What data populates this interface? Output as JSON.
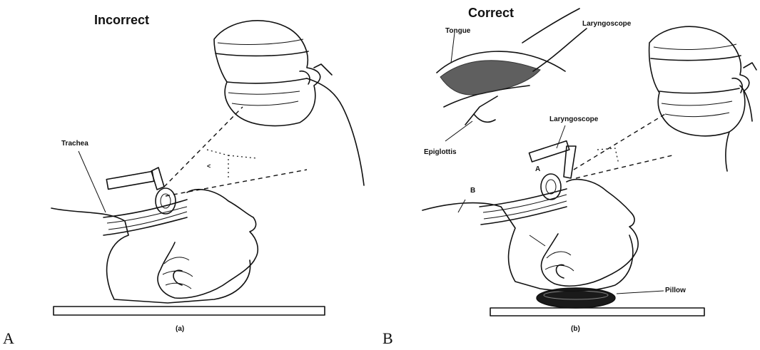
{
  "panel_a": {
    "title": "Incorrect",
    "trachea_label": "Trachea",
    "angle_label": "<",
    "sub_caption": "(a)",
    "panel_letter": "A"
  },
  "panel_b": {
    "title": "Correct",
    "tongue_label": "Tongue",
    "laryngoscope_label_top": "Laryngoscope",
    "laryngoscope_label_mid": "Laryngoscope",
    "epiglottis_label": "Epiglottis",
    "marker_a": "A",
    "marker_b": "B",
    "pillow_label": "Pillow",
    "sub_caption": "(b)",
    "panel_letter": "B"
  }
}
